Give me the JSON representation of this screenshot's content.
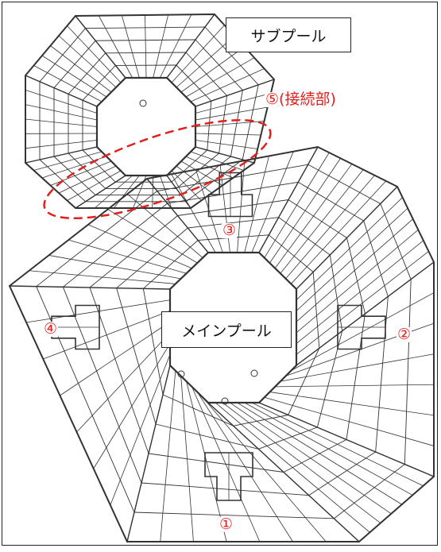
{
  "labels": {
    "sub_pool": "サブプール",
    "main_pool": "メインプール",
    "marker_1": "①",
    "marker_2": "②",
    "marker_3": "③",
    "marker_4": "④",
    "marker_5": "⑤(接続部)"
  },
  "colors": {
    "annotation": "#e0201c",
    "linework": "#333333",
    "frame": "#222222"
  }
}
